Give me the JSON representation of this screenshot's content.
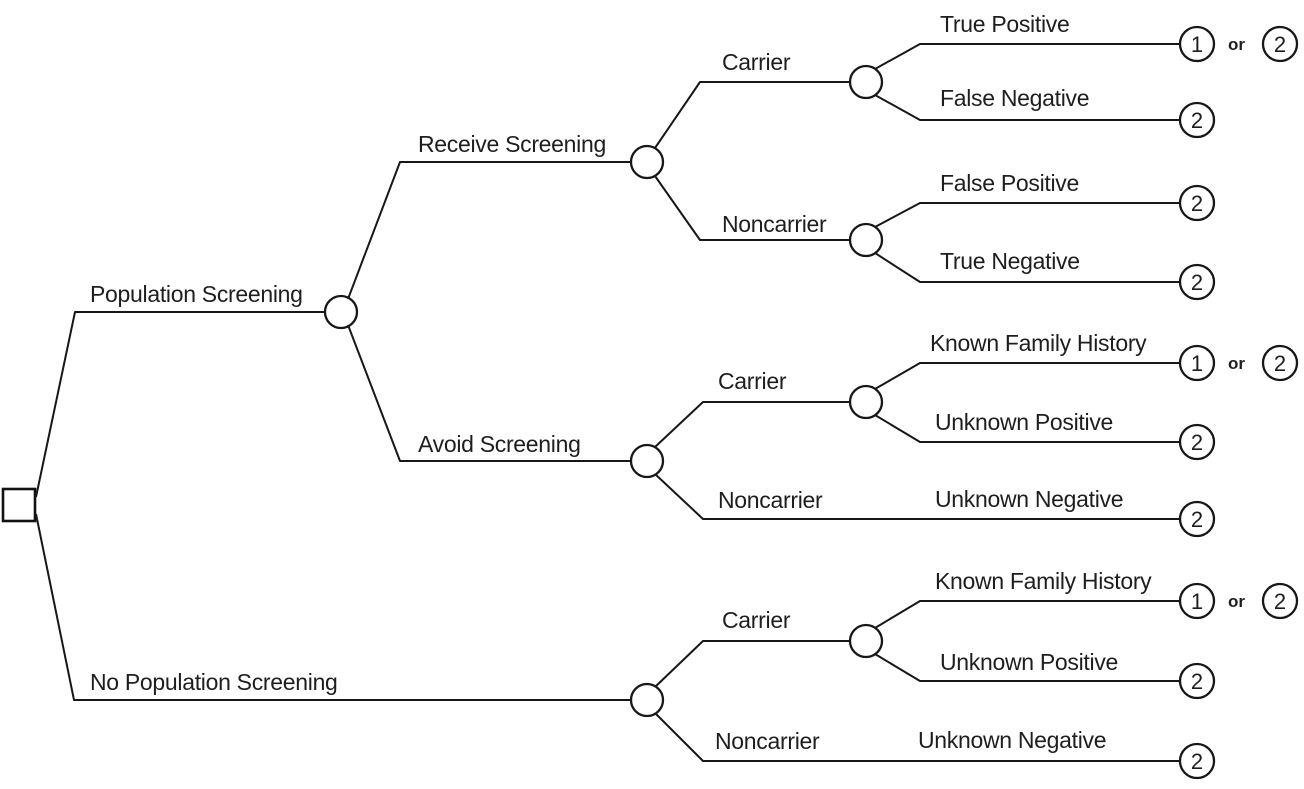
{
  "figure": {
    "kind": "decision-tree-diagram",
    "background_color": "#ffffff",
    "line_color": "#171717",
    "text_color": "#1e1e1e",
    "or_label": "or"
  },
  "tree": {
    "root": {
      "type": "decision-node-square"
    },
    "branches": [
      {
        "label": "Population Screening",
        "children": [
          {
            "label": "Receive Screening",
            "children": [
              {
                "label": "Carrier",
                "children": [
                  {
                    "label": "True Positive",
                    "outcomes": [
                      "1",
                      "2"
                    ]
                  },
                  {
                    "label": "False Negative",
                    "outcomes": [
                      "2"
                    ]
                  }
                ]
              },
              {
                "label": "Noncarrier",
                "children": [
                  {
                    "label": "False Positive",
                    "outcomes": [
                      "2"
                    ]
                  },
                  {
                    "label": "True Negative",
                    "outcomes": [
                      "2"
                    ]
                  }
                ]
              }
            ]
          },
          {
            "label": "Avoid Screening",
            "children": [
              {
                "label": "Carrier",
                "children": [
                  {
                    "label": "Known Family History",
                    "outcomes": [
                      "1",
                      "2"
                    ]
                  },
                  {
                    "label": "Unknown Positive",
                    "outcomes": [
                      "2"
                    ]
                  }
                ]
              },
              {
                "label": "Noncarrier",
                "result_label": "Unknown Negative",
                "outcomes": [
                  "2"
                ]
              }
            ]
          }
        ]
      },
      {
        "label": "No Population Screening",
        "children": [
          {
            "label": "Carrier",
            "children": [
              {
                "label": "Known Family History",
                "outcomes": [
                  "1",
                  "2"
                ]
              },
              {
                "label": "Unknown Positive",
                "outcomes": [
                  "2"
                ]
              }
            ]
          },
          {
            "label": "Noncarrier",
            "result_label": "Unknown Negative",
            "outcomes": [
              "2"
            ]
          }
        ]
      }
    ]
  }
}
